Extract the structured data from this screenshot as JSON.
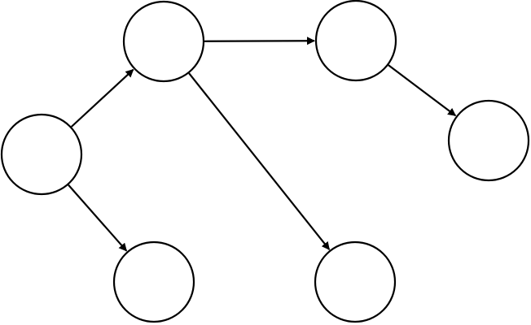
{
  "diagram": {
    "type": "directed-graph",
    "colors": {
      "node_fill": "#ffffff",
      "node_stroke": "#000000",
      "edge": "#000000",
      "background": "#ffffff"
    },
    "nodes": [
      {
        "id": "n1",
        "label": ""
      },
      {
        "id": "n2",
        "label": ""
      },
      {
        "id": "n3",
        "label": ""
      },
      {
        "id": "n4",
        "label": ""
      },
      {
        "id": "n5",
        "label": ""
      },
      {
        "id": "n6",
        "label": ""
      }
    ],
    "edges": [
      {
        "from": "n1",
        "to": "n2"
      },
      {
        "from": "n1",
        "to": "n3"
      },
      {
        "from": "n2",
        "to": "n4"
      },
      {
        "from": "n2",
        "to": "n5"
      },
      {
        "from": "n4",
        "to": "n6"
      }
    ]
  }
}
